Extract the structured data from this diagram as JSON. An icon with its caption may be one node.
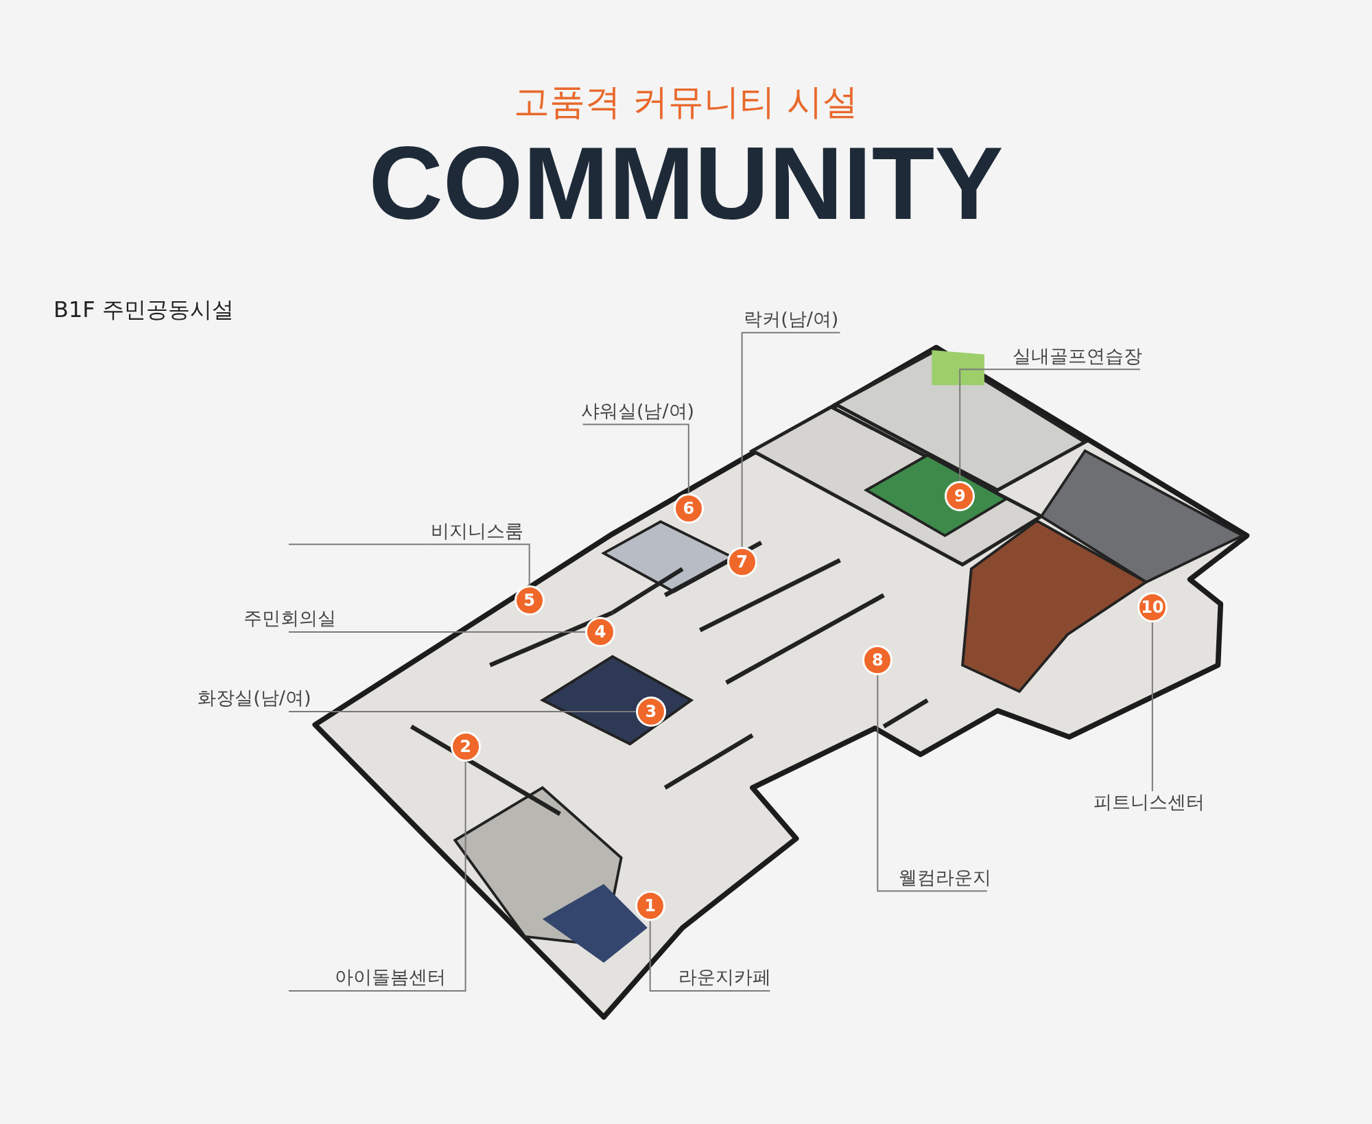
{
  "diagram": {
    "title": "고품격 커뮤니티 시설",
    "nodes": [
      {
        "text": [
          "1"
        ]
      },
      {
        "text": [
          "2"
        ]
      },
      {
        "text": [
          "3"
        ]
      },
      {
        "text": [
          "4"
        ]
      },
      {
        "text": [
          "5"
        ]
      },
      {
        "text": [
          "6"
        ]
      },
      {
        "text": [
          "7"
        ]
      },
      {
        "text": [
          "8"
        ]
      },
      {
        "text": [
          "9"
        ]
      },
      {
        "text": [
          "10"
        ]
      },
      {
        "text": [
          "라운지카페"
        ]
      },
      {
        "text": [
          "아이돌봄센터"
        ]
      },
      {
        "text": [
          "화장실(남/여)"
        ]
      },
      {
        "text": [
          "주민회의실"
        ]
      },
      {
        "text": [
          "비지니스룸"
        ]
      },
      {
        "text": [
          "샤워실(남/여)"
        ]
      },
      {
        "text": [
          "락커(남/여)"
        ]
      },
      {
        "text": [
          "웰컴라운지"
        ]
      },
      {
        "text": [
          "실내골프연습장"
        ]
      },
      {
        "text": [
          "피트니스센터"
        ]
      }
    ],
    "edges": [
      {
        "from": 10,
        "to": 0,
        "arrow": "none"
      },
      {
        "from": 11,
        "to": 1,
        "arrow": "none"
      },
      {
        "from": 12,
        "to": 2,
        "arrow": "none"
      },
      {
        "from": 13,
        "to": 3,
        "arrow": "none"
      },
      {
        "from": 14,
        "to": 4,
        "arrow": "none"
      },
      {
        "from": 15,
        "to": 5,
        "arrow": "none"
      },
      {
        "from": 16,
        "to": 6,
        "arrow": "none"
      },
      {
        "from": 17,
        "to": 7,
        "arrow": "none"
      },
      {
        "from": 18,
        "to": 8,
        "arrow": "none"
      },
      {
        "from": 19,
        "to": 9,
        "arrow": "none"
      }
    ],
    "labels": [
      "COMMUNITY",
      "B1F 주민공동시설"
    ]
  }
}
